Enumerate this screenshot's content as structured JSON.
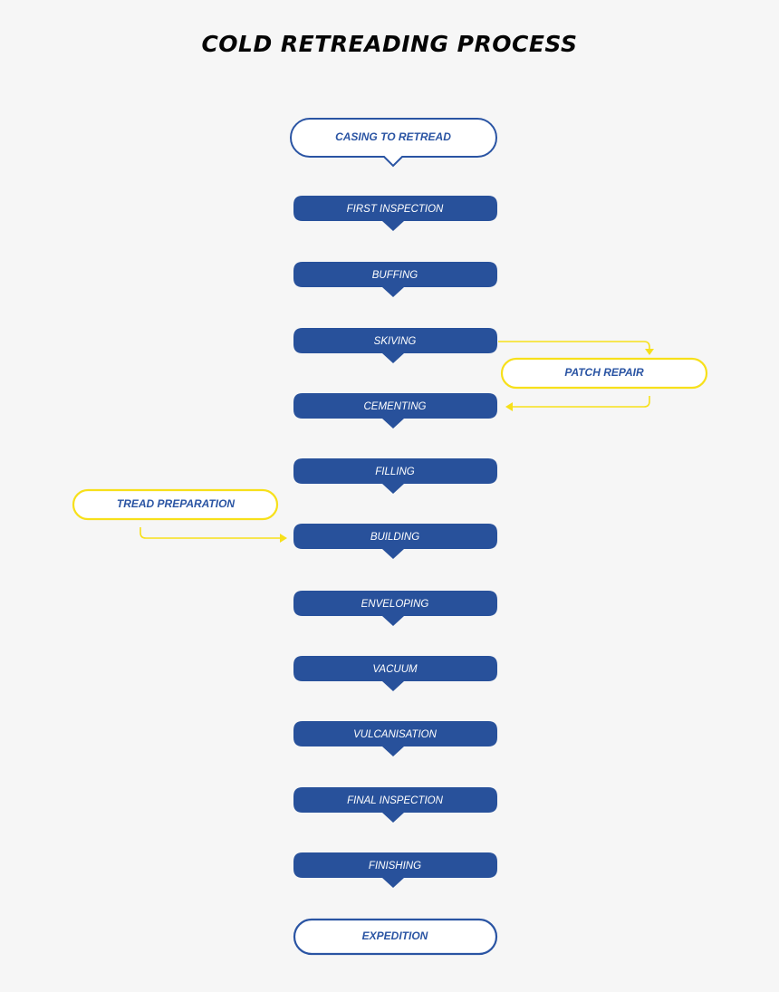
{
  "title": "COLD RETREADING PROCESS",
  "colors": {
    "background": "#f6f6f6",
    "step_fill": "#28519b",
    "step_text": "#ffffff",
    "outline_blue": "#2a54a3",
    "side_yellow": "#f7e01a",
    "title": "#050505"
  },
  "start": {
    "label": "CASING TO RETREAD"
  },
  "steps": [
    {
      "label": "FIRST INSPECTION"
    },
    {
      "label": "BUFFING"
    },
    {
      "label": "SKIVING"
    },
    {
      "label": "CEMENTING"
    },
    {
      "label": "FILLING"
    },
    {
      "label": "BUILDING"
    },
    {
      "label": "ENVELOPING"
    },
    {
      "label": "VACUUM"
    },
    {
      "label": "VULCANISATION"
    },
    {
      "label": "FINAL INSPECTION"
    },
    {
      "label": "FINISHING"
    }
  ],
  "end": {
    "label": "EXPEDITION"
  },
  "side_processes": {
    "patch_repair": {
      "label": "PATCH REPAIR"
    },
    "tread_preparation": {
      "label": "TREAD PREPARATION"
    }
  }
}
